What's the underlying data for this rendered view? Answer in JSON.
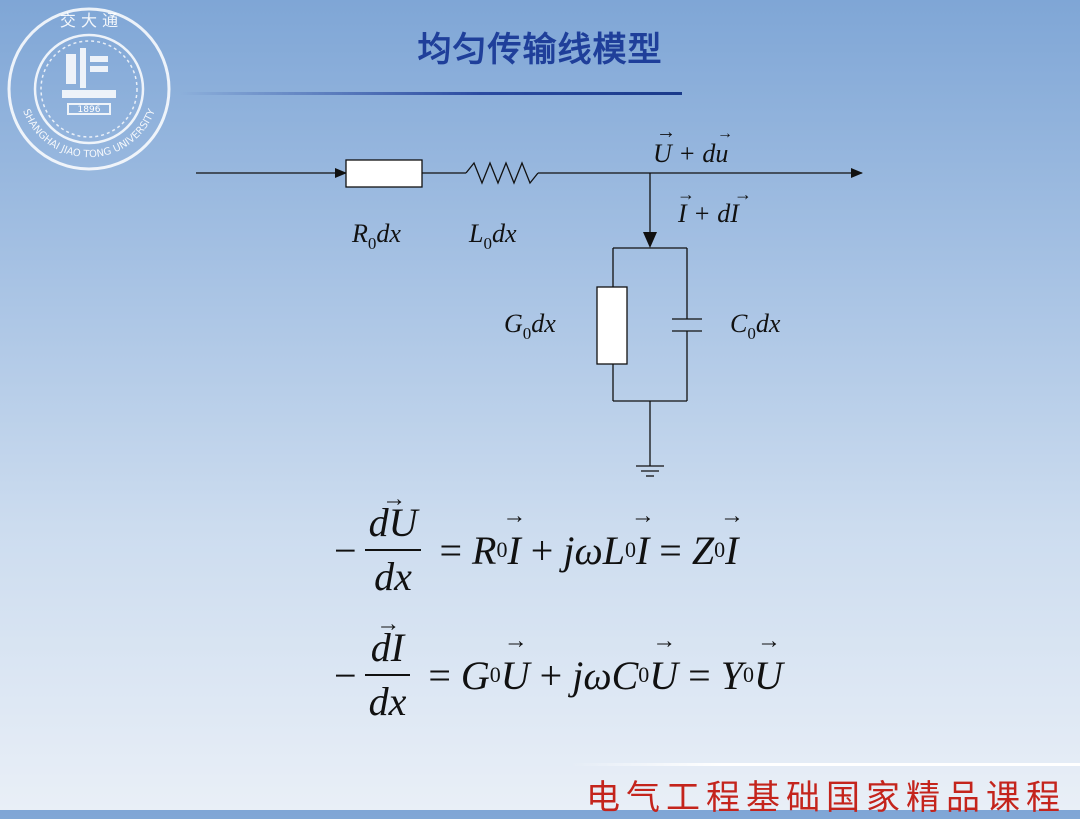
{
  "slide": {
    "title": "均匀传输线模型",
    "footer": "电气工程基础国家精品课程"
  },
  "logo": {
    "top_text": "交 大 通",
    "bottom_text": "SHANGHAI JIAO TONG UNIVERSITY",
    "year": "1896"
  },
  "circuit": {
    "voltage_label": "U + du",
    "current_label": "I + dI",
    "labels": {
      "R": "R",
      "L": "L",
      "G": "G",
      "C": "C",
      "sub": "0",
      "dx": "dx"
    }
  },
  "equations": {
    "eq1": {
      "sign": "−",
      "numerator": "dU",
      "denominator": "dx",
      "R": "R",
      "I": "I",
      "jw": "jω",
      "L": "L",
      "Z": "Z",
      "sub": "0"
    },
    "eq2": {
      "sign": "−",
      "numerator": "dI",
      "denominator": "dx",
      "G": "G",
      "U": "U",
      "jw": "jω",
      "C": "C",
      "Y": "Y",
      "sub": "0"
    },
    "ops": {
      "eq": "=",
      "plus": "+"
    }
  },
  "colors": {
    "title": "#1f3f9a",
    "footer": "#c4241c",
    "bg_top": "#7fa6d6",
    "bg_bottom": "#e9eff7"
  }
}
